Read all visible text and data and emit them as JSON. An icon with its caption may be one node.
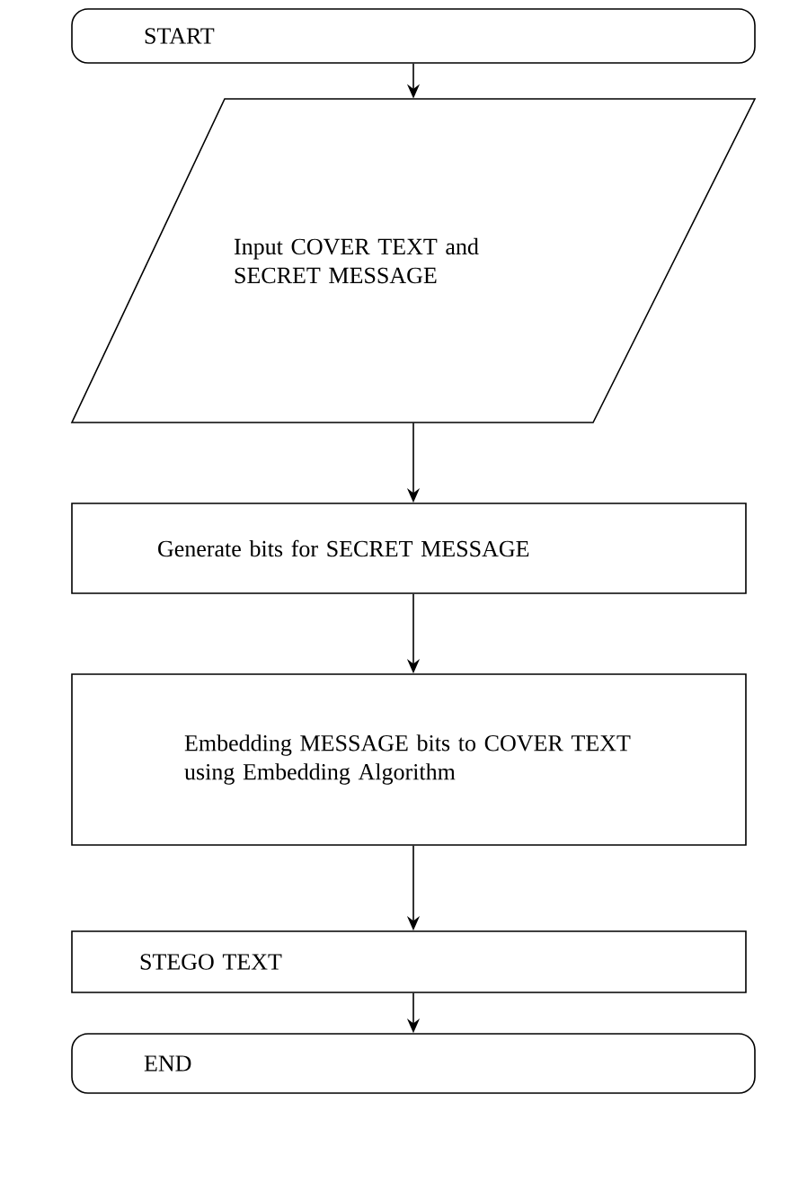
{
  "diagram": {
    "nodes": [
      {
        "text": [
          "START"
        ]
      },
      {
        "text": [
          "Input COVER TEXT and SECRET MESSAGE"
        ]
      },
      {
        "text": [
          "Generate bits for SECRET MESSAGE"
        ]
      },
      {
        "text": [
          "Embedding MESSAGE bits to COVER TEXT using Embedding Algorithm"
        ]
      },
      {
        "text": [
          "STEGO TEXT"
        ]
      },
      {
        "text": [
          "END"
        ]
      }
    ],
    "edges": [
      {
        "from": 0,
        "to": 1,
        "arrow": "to"
      },
      {
        "from": 1,
        "to": 2,
        "arrow": "to"
      },
      {
        "from": 2,
        "to": 3,
        "arrow": "to"
      },
      {
        "from": 3,
        "to": 4,
        "arrow": "to"
      },
      {
        "from": 4,
        "to": 5,
        "arrow": "to"
      }
    ]
  }
}
